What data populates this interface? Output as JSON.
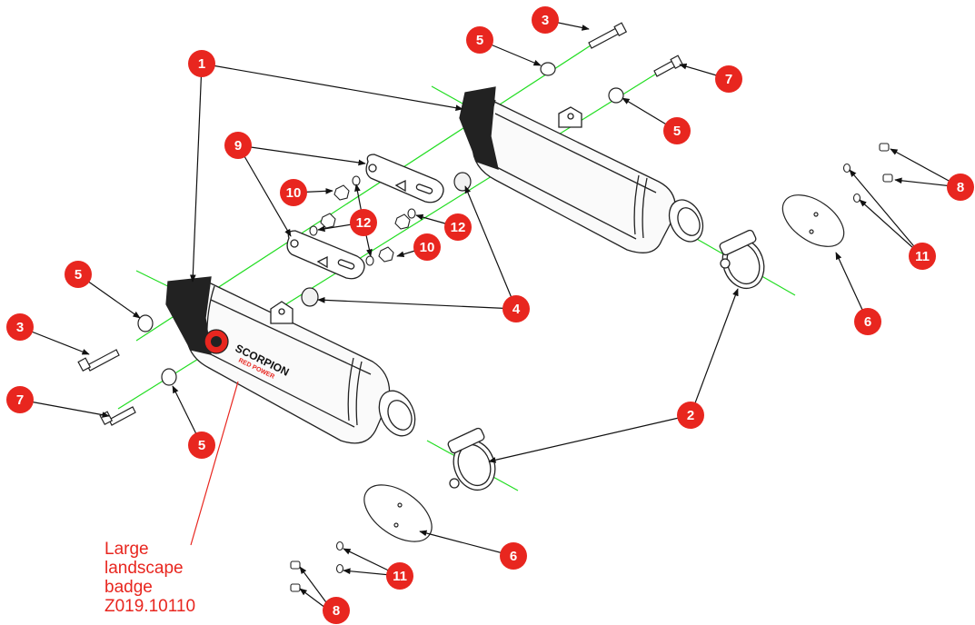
{
  "callouts": [
    {
      "id": "c1",
      "label": "1"
    },
    {
      "id": "c2",
      "label": "2"
    },
    {
      "id": "c3a",
      "label": "3"
    },
    {
      "id": "c3b",
      "label": "3"
    },
    {
      "id": "c4",
      "label": "4"
    },
    {
      "id": "c5a",
      "label": "5"
    },
    {
      "id": "c5b",
      "label": "5"
    },
    {
      "id": "c5c",
      "label": "5"
    },
    {
      "id": "c5d",
      "label": "5"
    },
    {
      "id": "c6a",
      "label": "6"
    },
    {
      "id": "c6b",
      "label": "6"
    },
    {
      "id": "c7a",
      "label": "7"
    },
    {
      "id": "c7b",
      "label": "7"
    },
    {
      "id": "c8a",
      "label": "8"
    },
    {
      "id": "c8b",
      "label": "8"
    },
    {
      "id": "c9",
      "label": "9"
    },
    {
      "id": "c10a",
      "label": "10"
    },
    {
      "id": "c10b",
      "label": "10"
    },
    {
      "id": "c11a",
      "label": "11"
    },
    {
      "id": "c11b",
      "label": "11"
    },
    {
      "id": "c12a",
      "label": "12"
    },
    {
      "id": "c12b",
      "label": "12"
    }
  ],
  "badge_note": {
    "lines": [
      "Large",
      "landscape",
      "badge",
      "Z019.10110"
    ]
  },
  "brand": {
    "name": "SCORPION",
    "sub": "RED POWER"
  },
  "colors": {
    "callout": "#e8261f",
    "axis": "#22dd22",
    "leader": "#111111",
    "badge_leader": "#e8261f"
  }
}
